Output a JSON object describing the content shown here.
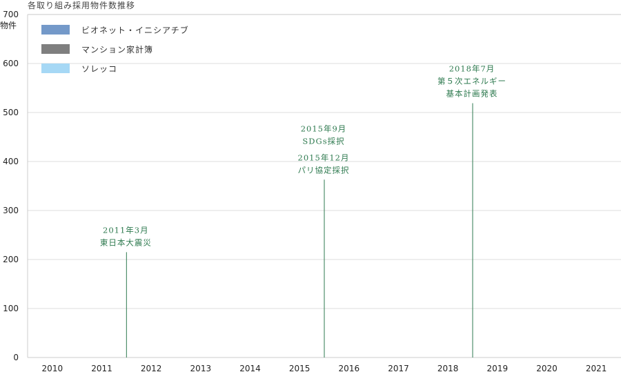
{
  "chart_data": {
    "type": "bar",
    "title": "各取り組み採用物件数推移",
    "ylabel": "物件",
    "xlabel": "",
    "ylim": [
      0,
      700
    ],
    "yticks": [
      0,
      100,
      200,
      300,
      400,
      500,
      600,
      700
    ],
    "categories": [
      "2010",
      "2011",
      "2012",
      "2013",
      "2014",
      "2015",
      "2016",
      "2017",
      "2018",
      "2019",
      "2020",
      "2021"
    ],
    "series": [
      {
        "name": "ビオネット・イニシアチブ",
        "color": "#7499c9",
        "values": [
          0,
          0,
          0,
          0,
          0,
          0,
          0,
          0,
          0,
          0,
          0,
          0
        ]
      },
      {
        "name": "マンション家計簿",
        "color": "#7f7f7f",
        "values": [
          0,
          0,
          0,
          0,
          0,
          0,
          0,
          0,
          0,
          0,
          0,
          0
        ]
      },
      {
        "name": "ソレッコ",
        "color": "#a6d8f5",
        "values": [
          0,
          0,
          0,
          0,
          0,
          0,
          0,
          0,
          0,
          0,
          0,
          0
        ]
      }
    ],
    "legend": "top-left",
    "grid": true,
    "annotations": [
      {
        "x": 2011.5,
        "top": 215,
        "lines": [
          "2011年3月",
          "東日本大震災"
        ]
      },
      {
        "x": 2015.5,
        "top": 363,
        "lines": [
          "2015年9月",
          "SDGs採択",
          "2015年12月",
          "パリ協定採択"
        ]
      },
      {
        "x": 2018.5,
        "top": 519,
        "lines": [
          "2018年7月",
          "第５次エネルギー",
          "基本計画発表"
        ]
      }
    ],
    "annotation_color": "#2e7a4f"
  }
}
